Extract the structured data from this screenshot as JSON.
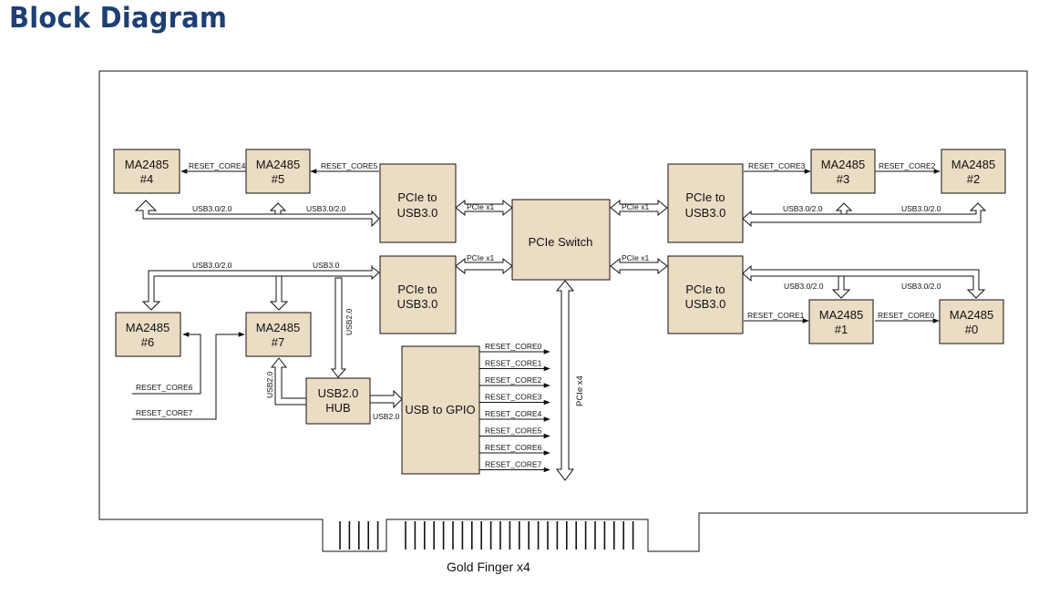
{
  "title": "Block Diagram",
  "blocks": {
    "ma4": {
      "name": "MA2485",
      "num": "#4"
    },
    "ma5": {
      "name": "MA2485",
      "num": "#5"
    },
    "ma3": {
      "name": "MA2485",
      "num": "#3"
    },
    "ma2": {
      "name": "MA2485",
      "num": "#2"
    },
    "ma6": {
      "name": "MA2485",
      "num": "#6"
    },
    "ma7": {
      "name": "MA2485",
      "num": "#7"
    },
    "ma1": {
      "name": "MA2485",
      "num": "#1"
    },
    "ma0": {
      "name": "MA2485",
      "num": "#0"
    },
    "pcie_usb_tl": {
      "line1": "PCIe to",
      "line2": "USB3.0"
    },
    "pcie_usb_ml": {
      "line1": "PCIe to",
      "line2": "USB3.0"
    },
    "pcie_usb_tr": {
      "line1": "PCIe to",
      "line2": "USB3.0"
    },
    "pcie_usb_mr": {
      "line1": "PCIe to",
      "line2": "USB3.0"
    },
    "switch": {
      "label": "PCIe Switch"
    },
    "hub": {
      "line1": "USB2.0",
      "line2": "HUB"
    },
    "gpio": {
      "label": "USB to GPIO"
    }
  },
  "labels": {
    "reset_core4": "RESET_CORE4",
    "reset_core5": "RESET_CORE5",
    "reset_core3": "RESET_CORE3",
    "reset_core2": "RESET_CORE2",
    "reset_core1": "RESET_CORE1",
    "reset_core0": "RESET_CORE0",
    "reset_core6": "RESET_CORE6",
    "reset_core7": "RESET_CORE7",
    "usb30_20": "USB3.0/2.0",
    "usb30": "USB3.0",
    "usb20": "USB2.0",
    "pcie_x1": "PCIe x1",
    "pcie_x4": "PCIe x4"
  },
  "gpio_outputs": [
    "RESET_CORE0",
    "RESET_CORE1",
    "RESET_CORE2",
    "RESET_CORE3",
    "RESET_CORE4",
    "RESET_CORE5",
    "RESET_CORE6",
    "RESET_CORE7"
  ],
  "gold_finger": "Gold Finger x4"
}
